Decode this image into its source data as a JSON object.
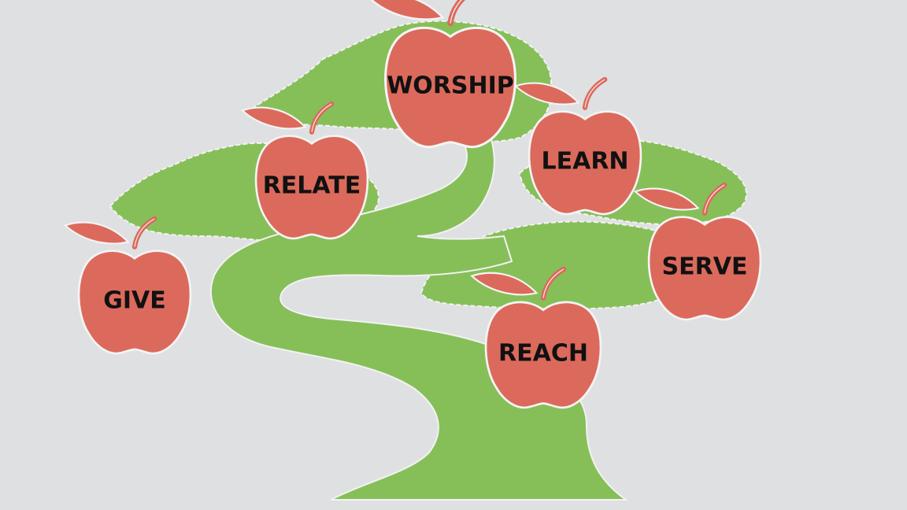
{
  "colors": {
    "background": "#dfe0e2",
    "tree_green": "#86bf58",
    "apple_red": "#dc6a5c",
    "outline": "#f4f4f4",
    "label_text": "#111111"
  },
  "apples": [
    {
      "id": "worship",
      "label": "WORSHIP"
    },
    {
      "id": "relate",
      "label": "RELATE"
    },
    {
      "id": "learn",
      "label": "LEARN"
    },
    {
      "id": "give",
      "label": "GIVE"
    },
    {
      "id": "serve",
      "label": "SERVE"
    },
    {
      "id": "reach",
      "label": "REACH"
    }
  ]
}
